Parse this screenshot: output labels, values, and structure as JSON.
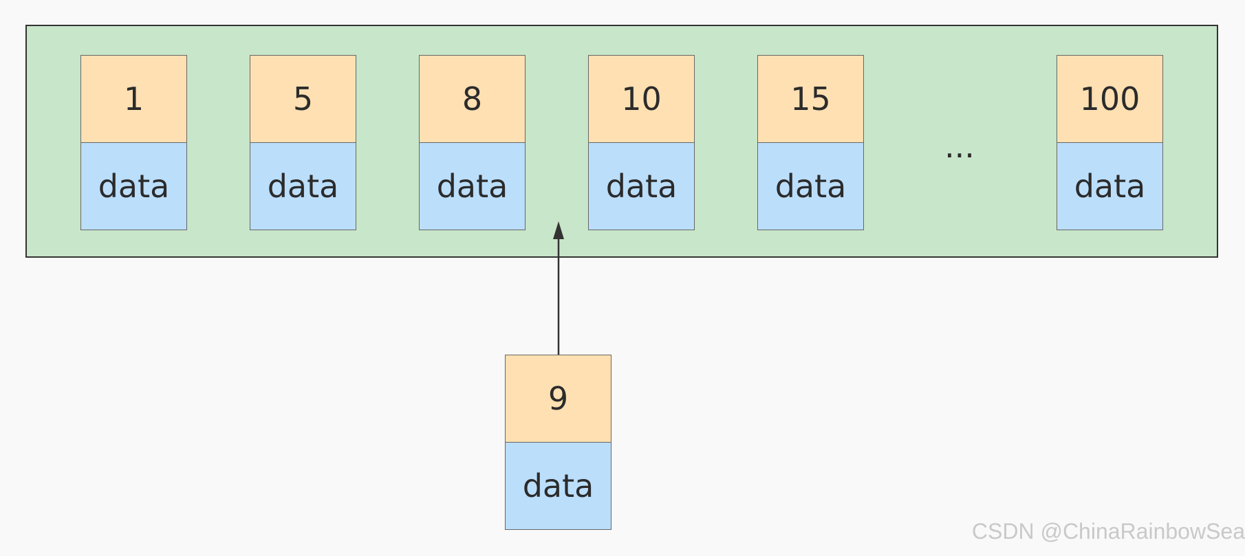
{
  "leaf_nodes": [
    {
      "key": "1",
      "value": "data"
    },
    {
      "key": "5",
      "value": "data"
    },
    {
      "key": "8",
      "value": "data"
    },
    {
      "key": "10",
      "value": "data"
    },
    {
      "key": "15",
      "value": "data"
    },
    {
      "key": "100",
      "value": "data"
    }
  ],
  "ellipsis": "...",
  "new_node": {
    "key": "9",
    "value": "data"
  },
  "watermark": "CSDN @ChinaRainbowSea",
  "colors": {
    "background": "#f9f9f9",
    "container_fill": "#c8e6c9",
    "key_fill": "#ffe0b2",
    "value_fill": "#bbdefb",
    "stroke": "#333333"
  }
}
